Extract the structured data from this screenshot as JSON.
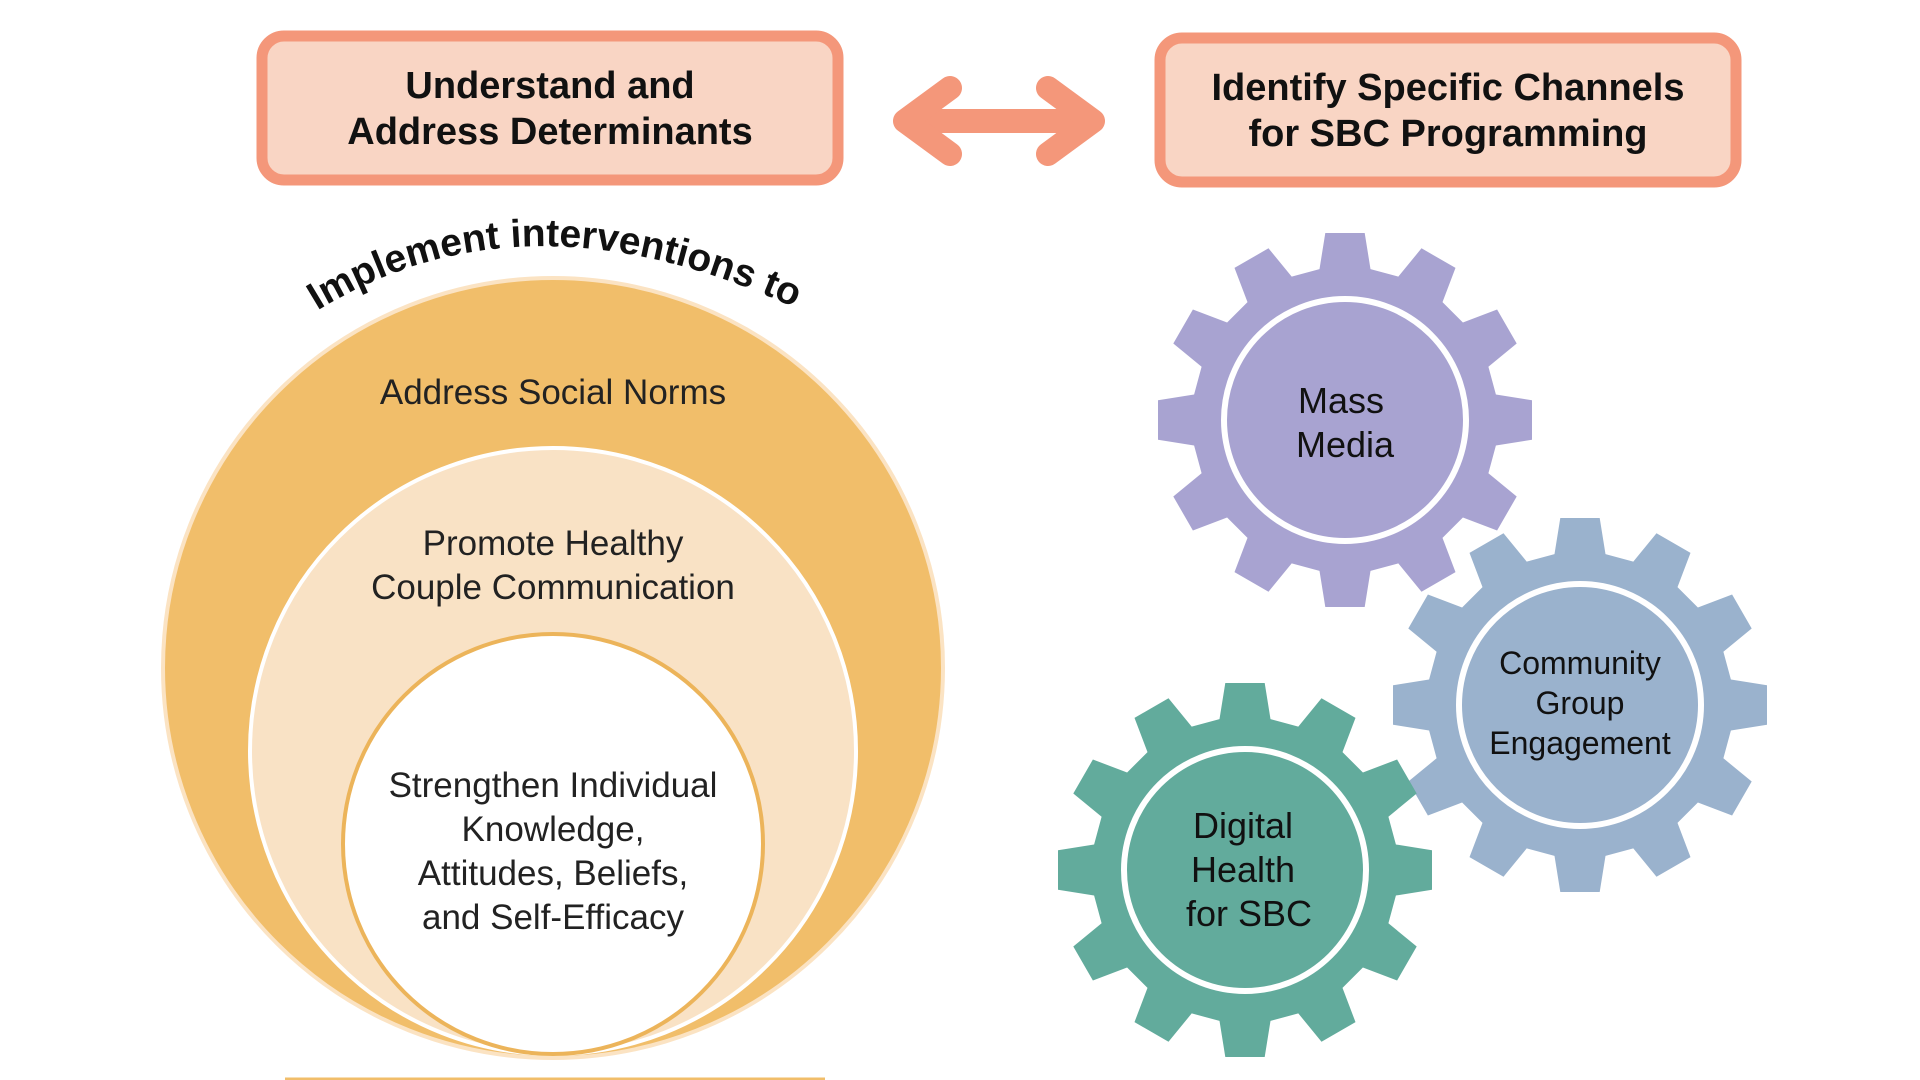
{
  "left_header": {
    "line1": "Understand and",
    "line2": "Address Determinants"
  },
  "right_header": {
    "line1": "Identify Specific Channels",
    "line2": "for SBC Programming"
  },
  "arc_label": "Implement interventions to",
  "rings": {
    "outer": "Address Social Norms",
    "middle": {
      "line1": "Promote Healthy",
      "line2": "Couple Communication"
    },
    "inner": {
      "line1": "Strengthen Individual",
      "line2": "Knowledge,",
      "line3": "Attitudes, Beliefs,",
      "line4": "and Self-Efficacy"
    }
  },
  "gears": {
    "mass_media": {
      "line1": "Mass",
      "line2": "Media"
    },
    "community": {
      "line1": "Community",
      "line2": "Group",
      "line3": "Engagement"
    },
    "digital": {
      "line1": "Digital",
      "line2": "Health",
      "line3": "for SBC"
    }
  },
  "icons": {
    "arrow": "double-arrow-icon",
    "gear": "gear-icon"
  },
  "colors": {
    "header_fill": "#f9d5c4",
    "header_border": "#f4977a",
    "arrow": "#f4977a",
    "outer_ring": "#f1be6a",
    "middle_ring": "#f9e2c5",
    "inner_ring": "#ffffff",
    "ring_stroke": "#ecb45a",
    "gear_mass_media": "#a8a3d1",
    "gear_community": "#9ab2cd",
    "gear_digital": "#62ab9c"
  }
}
